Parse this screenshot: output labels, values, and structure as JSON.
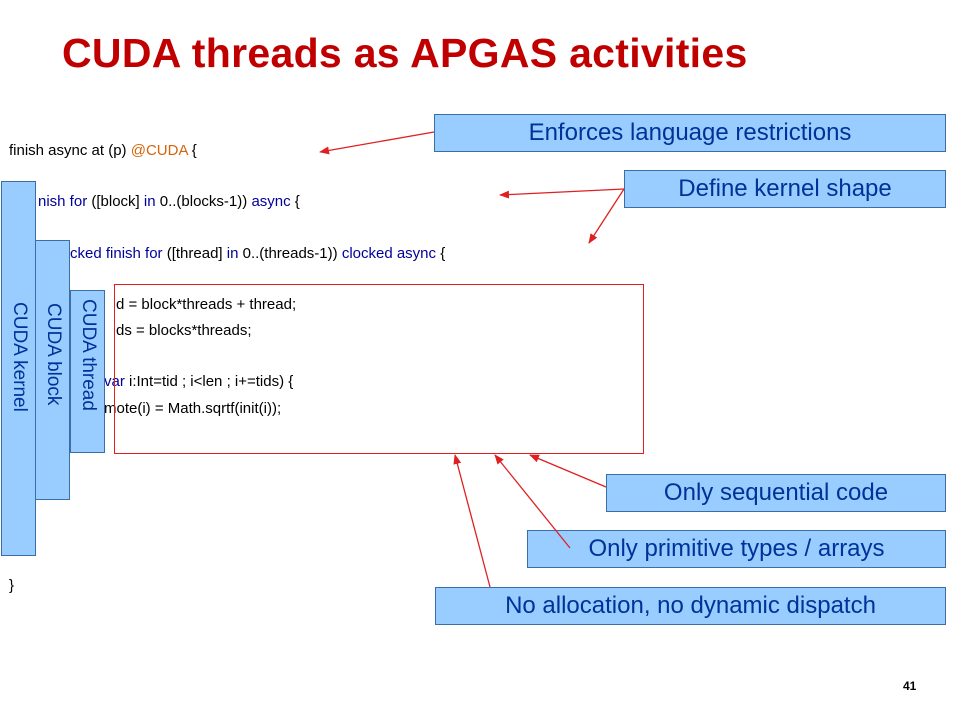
{
  "title": "CUDA threads as APGAS activities",
  "code": {
    "line1": {
      "pre": "finish async at (p) ",
      "annotation": "@CUDA",
      "post": " {"
    },
    "line2": {
      "kw1": "nish for",
      "mid": " ([block] ",
      "kw2": "in",
      "range": " 0..(blocks-1)) ",
      "kw3": "async",
      "post": " {"
    },
    "line3": {
      "kw1": "cked finish for",
      "mid": " ([thread] ",
      "kw2": "in",
      "range": " 0..(threads-1)) ",
      "kw3": "clocked async",
      "post": " {"
    },
    "line4": "d = block*threads + thread;",
    "line5": "ds = blocks*threads;",
    "line6": {
      "kw": "var",
      "rest": " i:Int=tid ; i<len ; i+=tids) {"
    },
    "line7": "mote(i) = Math.sqrtf(init(i));",
    "closing": "}"
  },
  "sidebars": {
    "kernel": "CUDA kernel",
    "block": "CUDA block",
    "thread": "CUDA thread"
  },
  "callouts": {
    "restrictions": "Enforces language restrictions",
    "kernel_shape": "Define kernel shape",
    "sequential": "Only sequential code",
    "primitive": "Only primitive types / arrays",
    "allocation": "No allocation, no dynamic dispatch"
  },
  "page_number": "41",
  "colors": {
    "title": "#c00000",
    "keyword": "#00009c",
    "annotation": "#d4650a",
    "box_fill": "#99ccff",
    "box_text": "#003399",
    "arrow": "#e02020"
  }
}
